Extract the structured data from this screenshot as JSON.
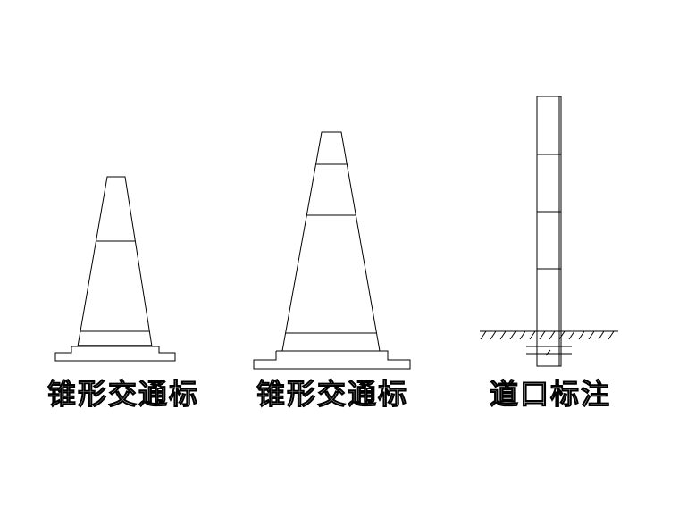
{
  "drawing": {
    "background": "#ffffff",
    "line_color": "#000000"
  },
  "labels": {
    "cone_small": "锥形交通标",
    "cone_large": "锥形交通标",
    "crossing_post": "道口标注"
  }
}
